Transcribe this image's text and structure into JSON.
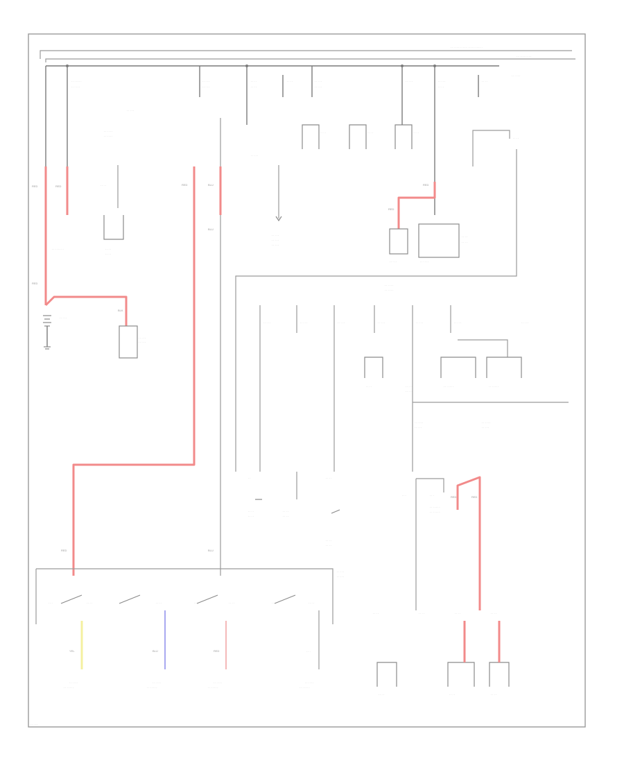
{
  "diagram": {
    "wire_colors": {
      "red": "#f28a8a",
      "yellow": "#f4f0a0",
      "blue": "#a8a8f0",
      "pink": "#f4b8b8",
      "gray": "#9a9a9a"
    },
    "components": [
      {
        "id": "generator",
        "kind": "component"
      },
      {
        "id": "battery",
        "kind": "component"
      },
      {
        "id": "starter",
        "kind": "component"
      },
      {
        "id": "ignition-switch",
        "kind": "switch"
      },
      {
        "id": "underhood-fuse-box",
        "kind": "fuse-box"
      },
      {
        "id": "under-dash-fuse-box",
        "kind": "fuse-box"
      },
      {
        "id": "srs-unit",
        "kind": "component"
      },
      {
        "id": "ground",
        "kind": "ground"
      }
    ]
  }
}
